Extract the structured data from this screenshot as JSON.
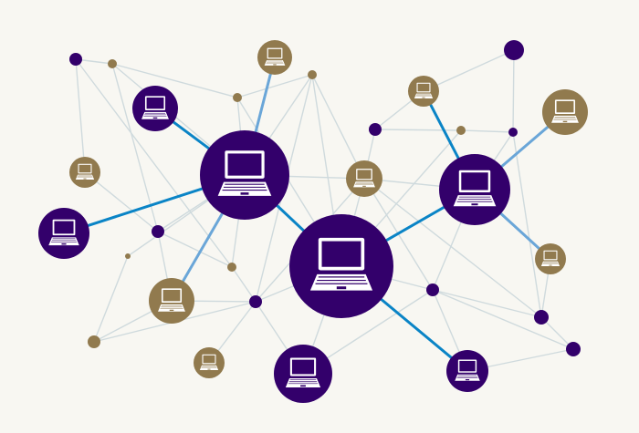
{
  "diagram": {
    "background": "#f8f7f2",
    "colors": {
      "purple": "#33006b",
      "olive": "#917a4e",
      "link_thin": "#cfdadd",
      "link_blue": "#0a84c6",
      "link_lightblue": "#6aa6d8",
      "icon": "#ffffff"
    },
    "node_types": {
      "computer_purple": {
        "fill": "purple",
        "icon": "laptop-icon"
      },
      "computer_olive": {
        "fill": "olive",
        "icon": "laptop-icon"
      },
      "dot_purple": {
        "fill": "purple",
        "icon": null
      },
      "dot_olive": {
        "fill": "olive",
        "icon": null
      }
    },
    "nodes": [
      {
        "id": "hub-center",
        "type": "computer_purple"
      },
      {
        "id": "hub-left",
        "type": "computer_purple"
      },
      {
        "id": "hub-right",
        "type": "computer_purple"
      },
      {
        "id": "pc-topleft",
        "type": "computer_purple"
      },
      {
        "id": "pc-farleft",
        "type": "computer_purple"
      },
      {
        "id": "pc-bottom",
        "type": "computer_purple"
      },
      {
        "id": "pc-bottomright",
        "type": "computer_purple"
      },
      {
        "id": "pc-olive-top",
        "type": "computer_olive"
      },
      {
        "id": "pc-olive-topright",
        "type": "computer_olive"
      },
      {
        "id": "pc-olive-farright",
        "type": "computer_olive"
      },
      {
        "id": "pc-olive-mid",
        "type": "computer_olive"
      },
      {
        "id": "pc-olive-left",
        "type": "computer_olive"
      },
      {
        "id": "pc-olive-lowleft",
        "type": "computer_olive"
      },
      {
        "id": "pc-olive-bottomleft",
        "type": "computer_olive"
      },
      {
        "id": "pc-olive-right",
        "type": "computer_olive"
      },
      {
        "id": "dot-p-topleft",
        "type": "dot_purple"
      },
      {
        "id": "dot-p-topright",
        "type": "dot_purple"
      },
      {
        "id": "dot-p-midtop",
        "type": "dot_purple"
      },
      {
        "id": "dot-p-right",
        "type": "dot_purple"
      },
      {
        "id": "dot-p-left",
        "type": "dot_purple"
      },
      {
        "id": "dot-p-lowmid",
        "type": "dot_purple"
      },
      {
        "id": "dot-p-lowright",
        "type": "dot_purple"
      },
      {
        "id": "dot-p-farright",
        "type": "dot_purple"
      },
      {
        "id": "dot-p-bottomright",
        "type": "dot_purple"
      },
      {
        "id": "dot-o-1",
        "type": "dot_olive"
      },
      {
        "id": "dot-o-2",
        "type": "dot_olive"
      },
      {
        "id": "dot-o-3",
        "type": "dot_olive"
      },
      {
        "id": "dot-o-4",
        "type": "dot_olive"
      },
      {
        "id": "dot-o-5",
        "type": "dot_olive"
      },
      {
        "id": "dot-o-6",
        "type": "dot_olive"
      },
      {
        "id": "dot-o-7",
        "type": "dot_olive"
      }
    ],
    "edges": [
      {
        "from": "hub-center",
        "to": "hub-left",
        "style": "blue"
      },
      {
        "from": "hub-center",
        "to": "hub-right",
        "style": "blue"
      },
      {
        "from": "hub-center",
        "to": "pc-bottomright",
        "style": "blue"
      },
      {
        "from": "hub-left",
        "to": "pc-topleft",
        "style": "blue"
      },
      {
        "from": "hub-left",
        "to": "pc-farleft",
        "style": "blue"
      },
      {
        "from": "hub-left",
        "to": "pc-olive-top",
        "style": "lightblue"
      },
      {
        "from": "hub-left",
        "to": "pc-olive-lowleft",
        "style": "lightblue"
      },
      {
        "from": "hub-right",
        "to": "pc-olive-topright",
        "style": "blue"
      },
      {
        "from": "hub-right",
        "to": "pc-olive-farright",
        "style": "lightblue"
      },
      {
        "from": "hub-right",
        "to": "pc-olive-right",
        "style": "lightblue"
      },
      {
        "from": "dot-p-topleft",
        "to": "dot-o-1",
        "style": "thin"
      },
      {
        "from": "dot-p-topleft",
        "to": "pc-olive-left",
        "style": "thin"
      },
      {
        "from": "dot-o-1",
        "to": "dot-o-2",
        "style": "thin"
      },
      {
        "from": "dot-o-1",
        "to": "hub-left",
        "style": "thin"
      },
      {
        "from": "dot-o-1",
        "to": "dot-p-left",
        "style": "thin"
      },
      {
        "from": "dot-o-2",
        "to": "dot-o-3",
        "style": "thin"
      },
      {
        "from": "dot-o-2",
        "to": "hub-left",
        "style": "thin"
      },
      {
        "from": "dot-o-3",
        "to": "hub-left",
        "style": "thin"
      },
      {
        "from": "dot-o-3",
        "to": "hub-center",
        "style": "thin"
      },
      {
        "from": "dot-o-3",
        "to": "pc-olive-mid",
        "style": "thin"
      },
      {
        "from": "dot-o-3",
        "to": "dot-p-lowmid",
        "style": "thin"
      },
      {
        "from": "pc-olive-left",
        "to": "dot-p-left",
        "style": "thin"
      },
      {
        "from": "dot-p-left",
        "to": "hub-left",
        "style": "thin"
      },
      {
        "from": "dot-p-left",
        "to": "dot-o-4",
        "style": "thin"
      },
      {
        "from": "dot-p-left",
        "to": "pc-olive-lowleft",
        "style": "thin"
      },
      {
        "from": "hub-left",
        "to": "pc-olive-mid",
        "style": "thin"
      },
      {
        "from": "hub-left",
        "to": "dot-o-4",
        "style": "thin"
      },
      {
        "from": "dot-o-5",
        "to": "dot-o-6",
        "style": "thin"
      },
      {
        "from": "dot-o-5",
        "to": "hub-left",
        "style": "thin"
      },
      {
        "from": "dot-o-6",
        "to": "dot-p-lowmid",
        "style": "thin"
      },
      {
        "from": "dot-o-6",
        "to": "pc-olive-lowleft",
        "style": "thin"
      },
      {
        "from": "pc-olive-lowleft",
        "to": "dot-p-lowmid",
        "style": "thin"
      },
      {
        "from": "dot-p-lowmid",
        "to": "pc-olive-bottomleft",
        "style": "thin"
      },
      {
        "from": "dot-p-lowmid",
        "to": "pc-bottom",
        "style": "thin"
      },
      {
        "from": "dot-p-lowmid",
        "to": "hub-center",
        "style": "thin"
      },
      {
        "from": "dot-p-lowmid",
        "to": "pc-olive-mid",
        "style": "thin"
      },
      {
        "from": "pc-olive-mid",
        "to": "hub-center",
        "style": "thin"
      },
      {
        "from": "pc-olive-mid",
        "to": "dot-p-lowright",
        "style": "thin"
      },
      {
        "from": "pc-olive-mid",
        "to": "dot-p-midtop",
        "style": "thin"
      },
      {
        "from": "dot-p-midtop",
        "to": "pc-olive-topright",
        "style": "thin"
      },
      {
        "from": "dot-p-midtop",
        "to": "dot-o-7",
        "style": "thin"
      },
      {
        "from": "dot-o-7",
        "to": "dot-p-right",
        "style": "thin"
      },
      {
        "from": "dot-o-7",
        "to": "hub-center",
        "style": "thin"
      },
      {
        "from": "dot-p-topright",
        "to": "pc-olive-topright",
        "style": "thin"
      },
      {
        "from": "dot-p-topright",
        "to": "dot-p-right",
        "style": "thin"
      },
      {
        "from": "dot-p-right",
        "to": "hub-right",
        "style": "thin"
      },
      {
        "from": "dot-p-right",
        "to": "dot-p-farright",
        "style": "thin"
      },
      {
        "from": "hub-right",
        "to": "dot-p-lowright",
        "style": "thin"
      },
      {
        "from": "hub-right",
        "to": "pc-olive-mid",
        "style": "thin"
      },
      {
        "from": "hub-center",
        "to": "dot-p-lowright",
        "style": "thin"
      },
      {
        "from": "hub-center",
        "to": "pc-bottom",
        "style": "thin"
      },
      {
        "from": "pc-olive-mid",
        "to": "dot-p-farright",
        "style": "thin"
      },
      {
        "from": "dot-p-lowright",
        "to": "dot-p-farright",
        "style": "thin"
      },
      {
        "from": "dot-p-lowright",
        "to": "dot-p-bottomright",
        "style": "thin"
      },
      {
        "from": "dot-p-lowright",
        "to": "pc-bottomright",
        "style": "thin"
      },
      {
        "from": "dot-p-farright",
        "to": "dot-p-bottomright",
        "style": "thin"
      },
      {
        "from": "pc-olive-right",
        "to": "dot-p-farright",
        "style": "thin"
      },
      {
        "from": "pc-bottomright",
        "to": "dot-p-bottomright",
        "style": "thin"
      },
      {
        "from": "pc-bottom",
        "to": "dot-p-lowright",
        "style": "thin"
      },
      {
        "from": "dot-p-topleft",
        "to": "dot-o-4",
        "style": "thin"
      },
      {
        "from": "dot-o-4",
        "to": "dot-p-lowmid",
        "style": "thin"
      },
      {
        "from": "hub-center",
        "to": "dot-o-2",
        "style": "thin"
      }
    ]
  }
}
